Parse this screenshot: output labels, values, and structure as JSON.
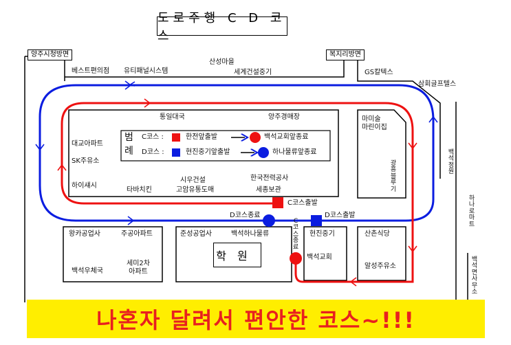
{
  "title": "도로주행 C D 코스",
  "top_labels": {
    "intersection_left": "양주시청방면",
    "intersection_right": "복지리방면",
    "convenience_store": "베스트편의점",
    "utility_system": "유티패널시스템",
    "sanseong_village": "산성마을",
    "world_construction": "세계건설중기",
    "gs_caltex": "GS칼텍스",
    "samhoe_glass": "삼회글프텔스"
  },
  "center_block": {
    "dongil_truck": "통일대국",
    "yangju_lighting": "양주경매장",
    "siwoo_construction": "시우건설",
    "goam_distribution": "고암유통도매",
    "korea_electric": "한국전력공사",
    "sejong_hall": "세종보관",
    "tabaggas_chicken": "타바치킨"
  },
  "legend": {
    "side_chars": [
      "범",
      "례"
    ],
    "c_course_label": "C코스 :",
    "c_start": "한전앞출발",
    "c_end": "백석교회앞종료",
    "d_course_label": "D코스 :",
    "d_start": "현진중기앞출발",
    "d_end": "하나물류앞종료"
  },
  "left_labels": {
    "daegyo_apt": "대교아파트",
    "sk_gas": "SK주유소",
    "haimashi": "하이섀시"
  },
  "right_labels": {
    "maemisul_house": "마미술\n마린이집",
    "gwangbuk_hall": "광흥블루기",
    "baekseok_gym": "백석정원",
    "hanaro_mart": "하나로마트",
    "baekseok_office": "백석면사무소"
  },
  "route_markers": {
    "c_start_label": "C코스출발",
    "d_end_label": "D코스종료",
    "d_start_label": "D코스출발",
    "c_end_label": "C코스종료"
  },
  "bottom_blocks": {
    "wangka_industry": "왕카공업사",
    "jugong_apt": "주공아파트",
    "baekseok_post": "백석우체국",
    "semi2_apt": "세미2차\n아파트",
    "junseong_industry": "준성공업사",
    "baekseok_hana": "백석하나물류",
    "academy": "학원",
    "hyunjin_heavy": "현진중기",
    "baekseok_church": "백석교회",
    "sanchon_restaurant": "산촌식당",
    "alseong_gas": "알성주유소"
  },
  "banner": "나혼자 달려서 편안한 코스~!!!",
  "colors": {
    "c_course": "#ee1111",
    "d_course": "#0b1de0",
    "banner_bg": "#ffee00",
    "banner_text": "#e8201f"
  }
}
